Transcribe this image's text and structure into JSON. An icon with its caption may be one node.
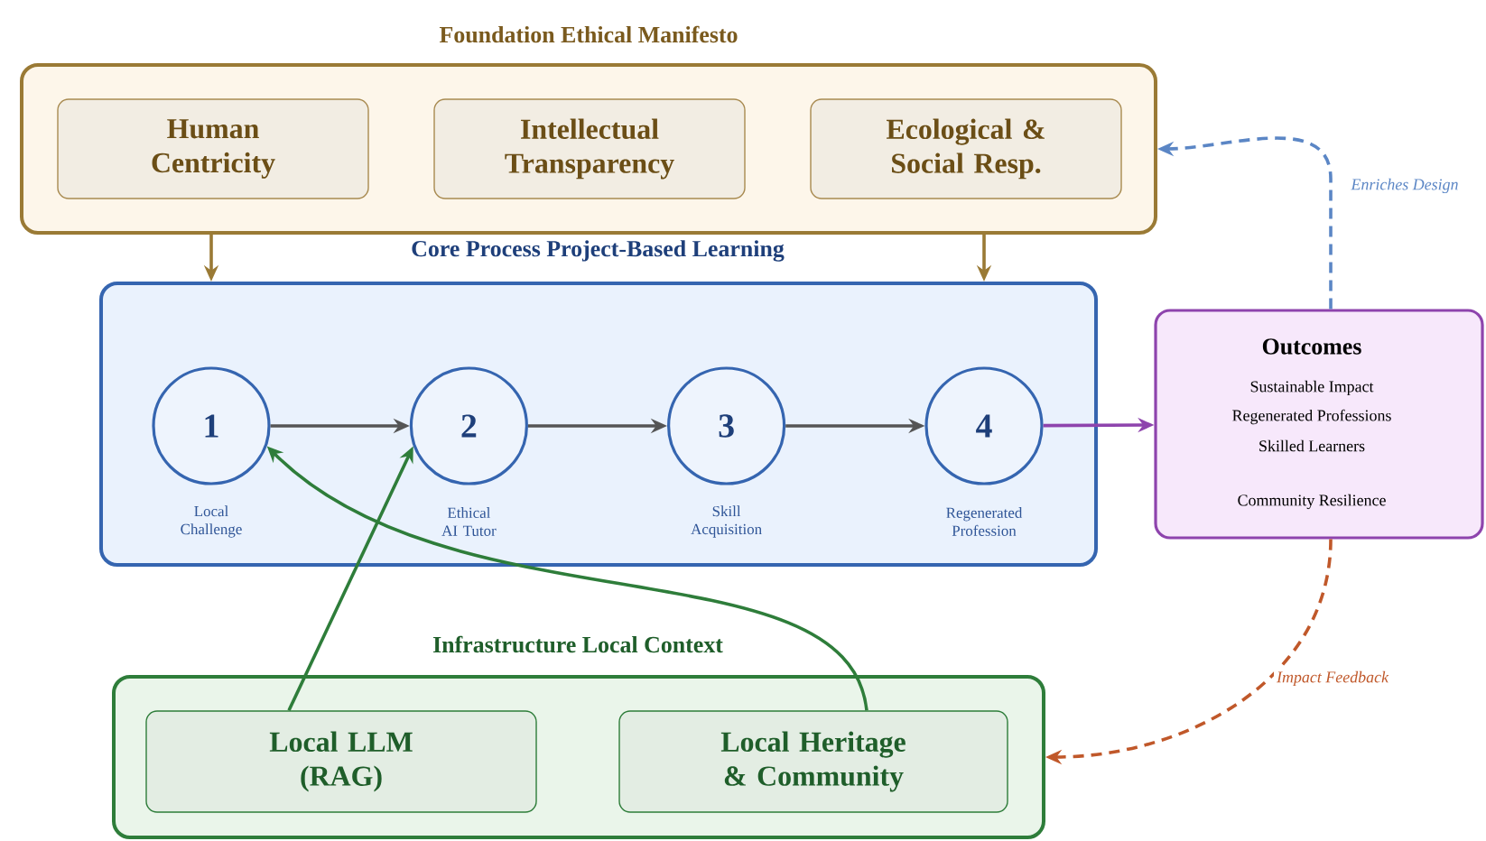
{
  "diagram": {
    "nodes": [
      {
        "text": [
          "Foundation Ethical Manifesto"
        ]
      },
      {
        "text": [
          "Human Centricity"
        ],
        "in": 0
      },
      {
        "text": [
          "Intellectual Transparency"
        ],
        "in": 0
      },
      {
        "text": [
          "Ecological & Social Resp."
        ],
        "in": 0
      },
      {
        "text": [
          "Core Process Project-Based Learning"
        ]
      },
      {
        "text": [
          "1"
        ],
        "beside": [
          "Local Challenge"
        ],
        "in": 4
      },
      {
        "text": [
          "2"
        ],
        "beside": [
          "Ethical AI Tutor"
        ],
        "in": 4
      },
      {
        "text": [
          "3"
        ],
        "beside": [
          "Skill Acquisition"
        ],
        "in": 4
      },
      {
        "text": [
          "4"
        ],
        "beside": [
          "Regenerated Profession"
        ],
        "in": 4
      },
      {
        "text": [
          "Outcomes",
          "Sustainable Impact",
          "Regenerated Professions",
          "Skilled Learners",
          "Community Resilience"
        ]
      },
      {
        "text": [
          "Infrastructure Local Context"
        ]
      },
      {
        "text": [
          "Local LLM (RAG)"
        ],
        "in": 10
      },
      {
        "text": [
          "Local Heritage & Community"
        ],
        "in": 10
      }
    ],
    "edges": [
      {
        "from": 0,
        "to": 4,
        "arrow": "to",
        "color": "#9a7a35"
      },
      {
        "from": 0,
        "to": 4,
        "arrow": "to",
        "color": "#9a7a35"
      },
      {
        "from": 5,
        "to": 6,
        "arrow": "to"
      },
      {
        "from": 6,
        "to": 7,
        "arrow": "to"
      },
      {
        "from": 7,
        "to": 8,
        "arrow": "to"
      },
      {
        "from": 8,
        "to": 9,
        "arrow": "to",
        "color": "#8e44ad"
      },
      {
        "from": 9,
        "to": 0,
        "arrow": "to",
        "label": "Enriches Design",
        "style": "dashed",
        "color": "#5b86c5"
      },
      {
        "from": 9,
        "to": 10,
        "arrow": "to",
        "label": "Impact Feedback",
        "style": "dashed",
        "color": "#c0582a"
      },
      {
        "from": 11,
        "to": 6,
        "arrow": "to",
        "color": "#2e7d3a"
      },
      {
        "from": 12,
        "to": 5,
        "arrow": "to",
        "color": "#2e7d3a"
      }
    ]
  }
}
